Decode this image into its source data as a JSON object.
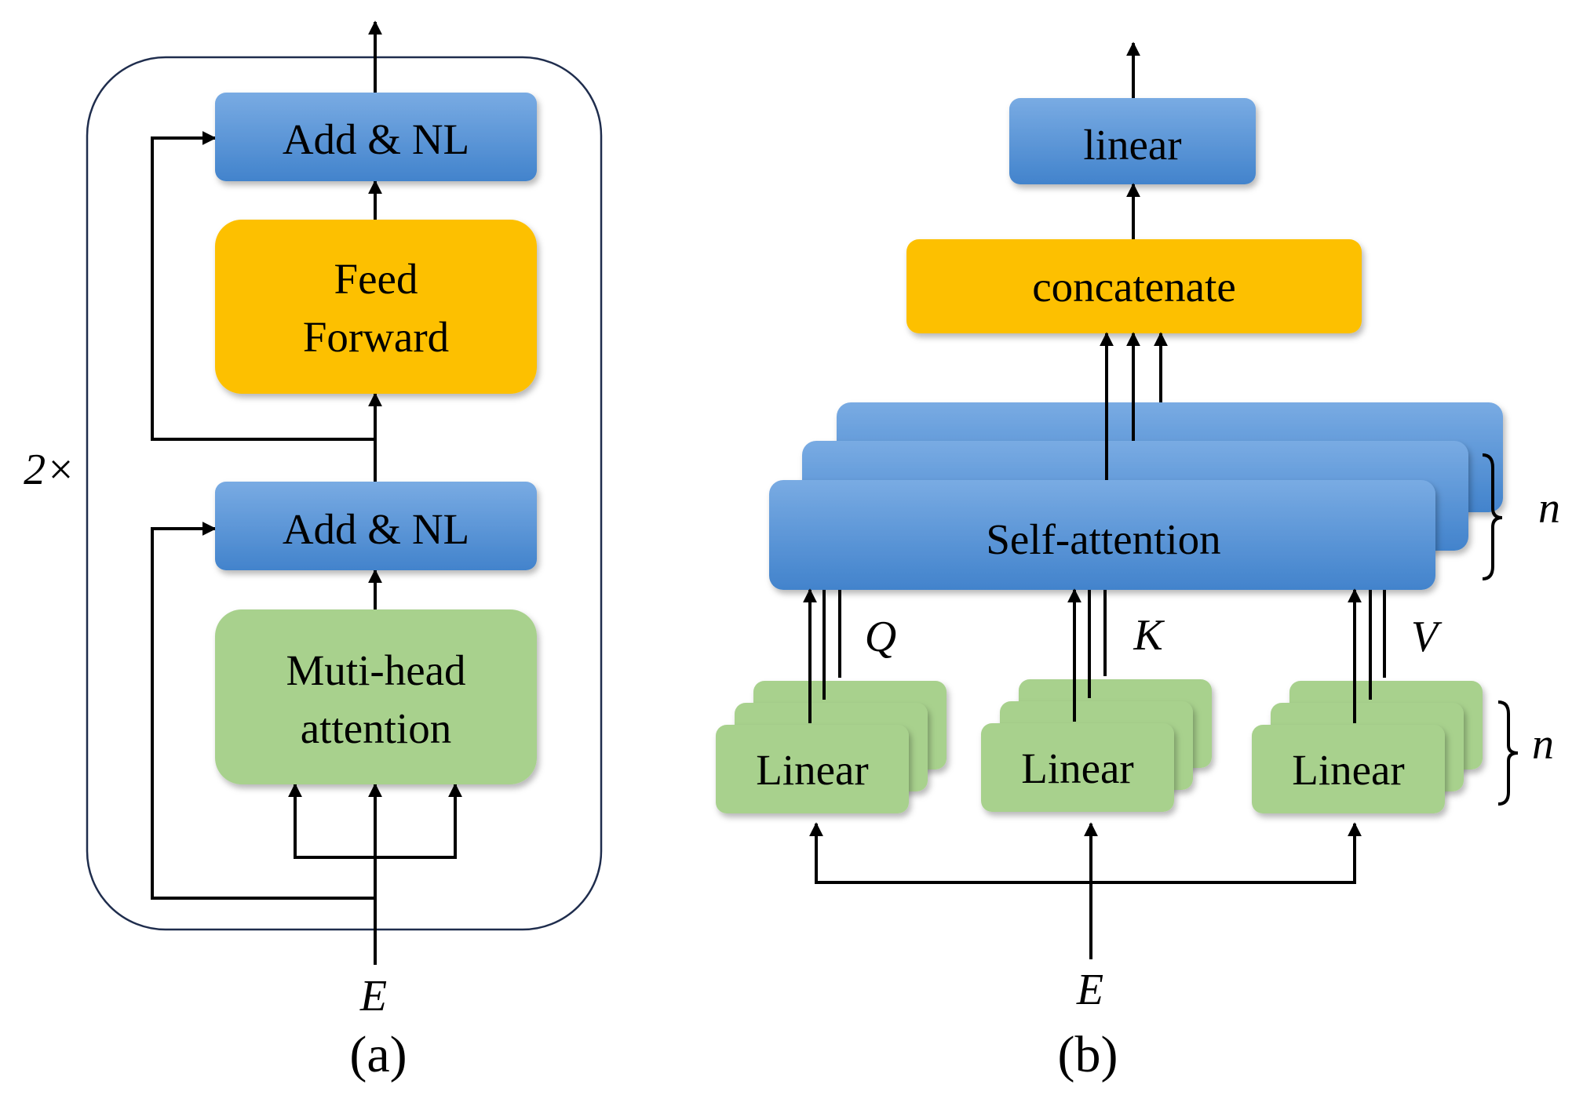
{
  "panel_a": {
    "repeat": "2×",
    "add_nl_top": "Add & NL",
    "feed_forward_line1": "Feed",
    "feed_forward_line2": "Forward",
    "add_nl_bottom": "Add & NL",
    "mha_line1": "Muti-head",
    "mha_line2": "attention",
    "input": "E",
    "caption": "(a)"
  },
  "panel_b": {
    "linear_out": "linear",
    "concatenate": "concatenate",
    "self_attention": "Self-attention",
    "q": "Q",
    "k": "K",
    "v": "V",
    "linear_q": "Linear",
    "linear_k": "Linear",
    "linear_v": "Linear",
    "n_attention": "n",
    "n_linear": "n",
    "input": "E",
    "caption": "(b)"
  },
  "colors": {
    "blue_top": "#79abe3",
    "blue_bottom": "#4283cc",
    "orange": "#fdc003",
    "green": "#a8d18d",
    "arrow": "#000000",
    "frame": "#1f2d4d"
  }
}
